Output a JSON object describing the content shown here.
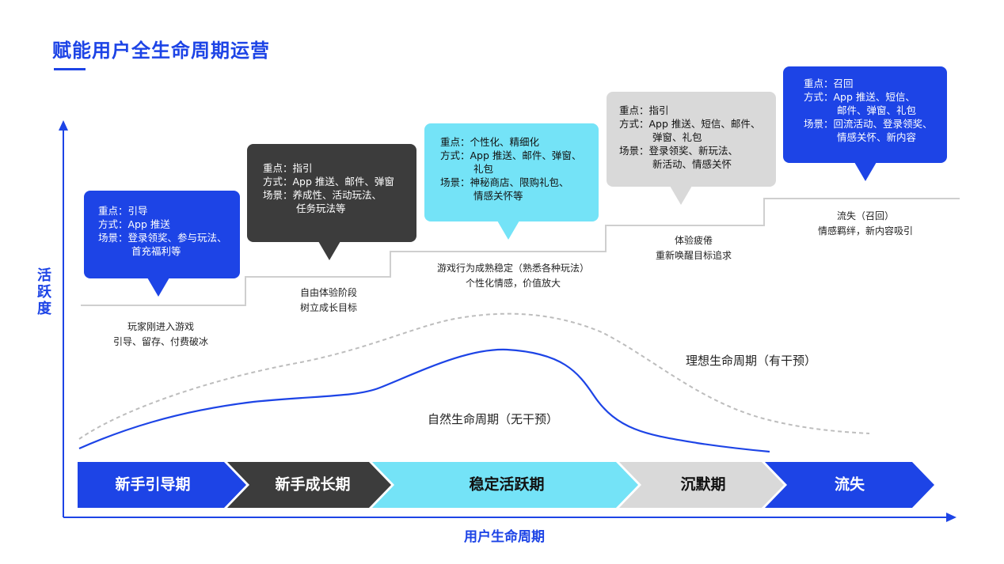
{
  "title": "赋能用户全生命周期运营",
  "axes": {
    "y_label": "活跃度",
    "x_label": "用户生命周期"
  },
  "colors": {
    "blue": "#1d44e6",
    "dark": "#3c3c3c",
    "cyan": "#74e3f7",
    "gray": "#d9d9d9"
  },
  "bubbles": [
    {
      "lines": [
        "重点：引导",
        "方式：App 推送",
        "场景：登录领奖、参与玩法、",
        "首充福利等"
      ],
      "indent_last": 1
    },
    {
      "lines": [
        "重点：指引",
        "方式：App 推送、邮件、弹窗",
        "场景：养成性、活动玩法、",
        "任务玩法等"
      ],
      "indent_last": 1
    },
    {
      "lines": [
        "重点：个性化、精细化",
        "方式：App 推送、邮件、弹窗、",
        "礼包",
        "场景：神秘商店、限购礼包、",
        "情感关怀等"
      ],
      "indent": [
        2,
        4
      ]
    },
    {
      "lines": [
        "重点：指引",
        "方式：App 推送、短信、邮件、",
        "弹窗、礼包",
        "场景：登录领奖、新玩法、",
        "新活动、情感关怀"
      ],
      "indent": [
        2,
        4
      ]
    },
    {
      "lines": [
        "重点：召回",
        "方式：App 推送、短信、",
        "邮件、弹窗、礼包",
        "场景：回流活动、登录领奖、",
        "情感关怀、新内容"
      ],
      "indent": [
        2,
        4
      ]
    }
  ],
  "captions": [
    [
      "玩家刚进入游戏",
      "引导、留存、付费破冰"
    ],
    [
      "自由体验阶段",
      "树立成长目标"
    ],
    [
      "游戏行为成熟稳定（熟悉各种玩法）",
      "个性化情感，价值放大"
    ],
    [
      "体验疲倦",
      "重新唤醒目标追求"
    ],
    [
      "流失（召回）",
      "情感羁绊，新内容吸引"
    ]
  ],
  "curves": {
    "ideal": "理想生命周期（有干预）",
    "natural": "自然生命周期（无干预）"
  },
  "stages": [
    "新手引导期",
    "新手成长期",
    "稳定活跃期",
    "沉默期",
    "流失"
  ]
}
